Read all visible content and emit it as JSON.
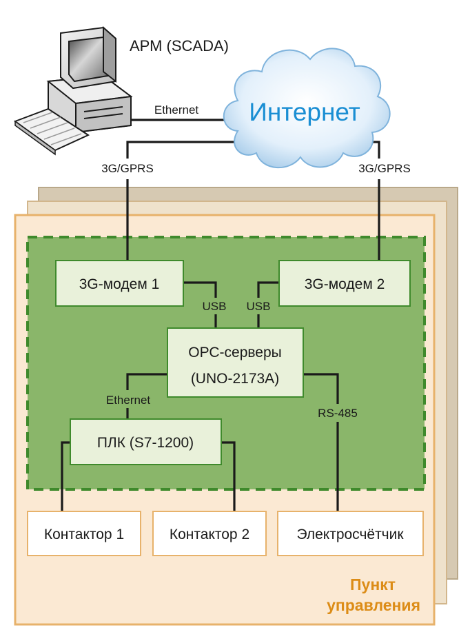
{
  "workstation": {
    "label": "АРМ (SCADA)"
  },
  "internet": {
    "label": "Интернет"
  },
  "links": {
    "ethernet_top": "Ethernet",
    "gprs_left": "3G/GPRS",
    "gprs_right": "3G/GPRS",
    "usb_left": "USB",
    "usb_right": "USB",
    "ethernet_plc": "Ethernet",
    "rs485": "RS-485"
  },
  "nodes": {
    "modem1": "3G-модем 1",
    "modem2": "3G-модем 2",
    "opc_line1": "ОРС-серверы",
    "opc_line2": "(UNO-2173A)",
    "plc": "ПЛК (S7-1200)",
    "contactor1": "Контактор 1",
    "contactor2": "Контактор 2",
    "meter": "Электросчётчик"
  },
  "control_point": {
    "line1": "Пункт",
    "line2": "управления"
  },
  "colors": {
    "panel_bg": "#fbe9d3",
    "panel_border": "#e7b26b",
    "back_panel": "#d9ccb5",
    "green_zone": "#8ab66a",
    "green_dash": "#3f8a2c",
    "node_bg": "#e9f1da",
    "accent_text": "#dc8c16",
    "internet_text": "#1a8ed3"
  }
}
